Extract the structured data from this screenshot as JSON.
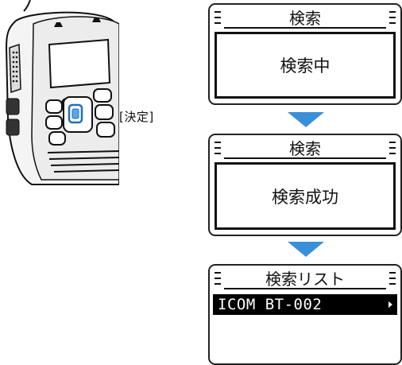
{
  "callout": {
    "label": "[決定]"
  },
  "screens": [
    {
      "title": "検索",
      "message": "検索中"
    },
    {
      "title": "検索",
      "message": "検索成功"
    },
    {
      "title": "検索リスト",
      "items": [
        "ICOM BT-002"
      ]
    }
  ],
  "colors": {
    "arrow": "#3a8fd9",
    "outline": "#222222",
    "highlight": "#000000"
  },
  "icons": {
    "menu": "menu-lines-icon",
    "next": "chevron-right-icon",
    "flow": "arrow-down-icon"
  }
}
